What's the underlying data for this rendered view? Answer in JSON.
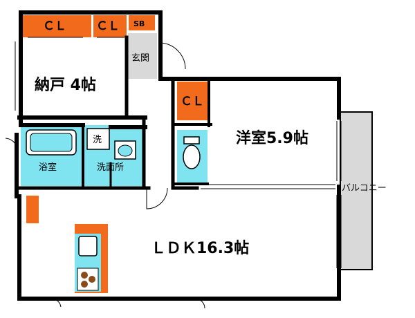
{
  "plan": {
    "rooms": {
      "storage": "納戸 4帖",
      "western": "洋室5.9帖",
      "ldk": "ＬＤＫ16.3帖",
      "bath": "浴室",
      "washroom": "洗面所",
      "entrance": "玄関",
      "balcony": "バルコニー"
    },
    "storage_marks": {
      "closet_a": "ＣＬ",
      "closet_b": "ＣＬ",
      "shoe_box": "SB",
      "closet_c": "ＣＬ",
      "washer": "洗"
    },
    "colors": {
      "wall": "#000000",
      "closet": "#f26a1b",
      "wet_area": "#7fe3f0",
      "entrance": "#d9d9d9",
      "balcony": "#d9d9d9",
      "stove": "#8a4a1a"
    }
  }
}
